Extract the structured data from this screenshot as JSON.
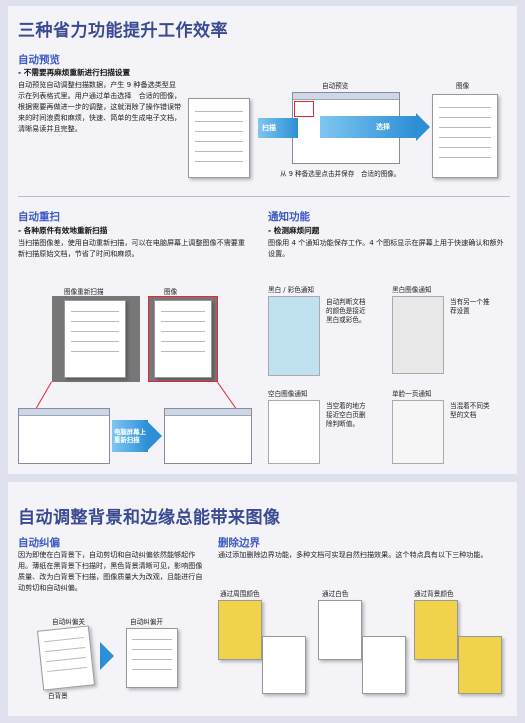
{
  "top": {
    "title": "三种省力功能提升工作效率",
    "preview": {
      "heading": "自动预览",
      "subheading": "- 不需要再麻烦重新进行扫描设置",
      "body": "自动预览自动调整扫描数据，产生 9 种备选类型显示在列表格式里。用户通过单击选择　合适的图像，根据需要再做进一步的调整，这就消除了操作错误带来的时间浪费和麻烦，快速、简单的生成电子文档，清晰易读并且完整。",
      "label_preview": "自动预览",
      "label_image": "图像",
      "arrow_scan": "扫描",
      "arrow_select": "选择",
      "caption": "从 9 种备选里点击并保存　合适的图像。"
    },
    "rescan": {
      "heading": "自动重扫",
      "subheading": "- 各种原件有效地重新扫描",
      "body": "当扫描图像差，使用自动重新扫描，可以在电脑屏幕上调整图像不需要重新扫描原始文档，节省了时间和麻烦。",
      "label_rescan_image": "图像重新扫描",
      "label_image": "图像",
      "arrow_text": "电脑屏幕上重新扫描"
    },
    "notify": {
      "heading": "通知功能",
      "subheading": "- 检测麻烦问题",
      "body": "图像用 4 个通知功能保存工作。4 个图标显示在屏幕上用于快速确认和额外设置。",
      "items": [
        {
          "title": "黑白 / 彩色通知",
          "desc": "自动判断文档的颜色是接近黑白或彩色。"
        },
        {
          "title": "黑白图像通知",
          "desc": "当有另一个推荐设置"
        },
        {
          "title": "空白图像通知",
          "desc": "当空着的地方接近空白页删除判断值。"
        },
        {
          "title": "单脸一页通知",
          "desc": "当混着不同类型的文档"
        }
      ]
    }
  },
  "bottom": {
    "title": "自动调整背景和边缘总能带来图像",
    "deskew": {
      "heading": "自动纠偏",
      "body": "因为即使在白背景下，自动剪切和自动纠偏依然能够起作用。薄纸在黑背景下扫描时，黑色背景清晰可见，影响图像质量、改为白背景下扫描，图像质量大为改观，且能进行自动剪切和自动纠偏。",
      "label_off": "自动纠偏关",
      "label_on": "自动纠偏开",
      "label_white_bg": "白背景"
    },
    "border": {
      "heading": "删除边界",
      "body": "通过添加删除边界功能，多种文档可实现自然扫描效果。这个特点具有以下三种功能。",
      "options": [
        "通过周围颜色",
        "通过白色",
        "通过背景颜色"
      ]
    }
  },
  "colors": {
    "title": "#3a4a93",
    "heading": "#3d5bc4",
    "accent_yellow": "#f0d34a",
    "arrow_blue": "#2d8fd6",
    "highlight_red": "#e22233"
  }
}
